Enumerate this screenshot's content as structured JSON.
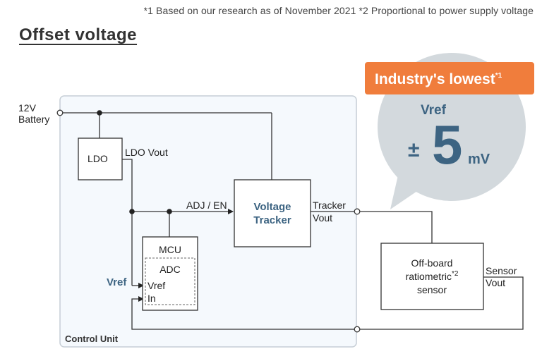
{
  "footnote": "*1 Based on our research as of November 2021  *2 Proportional to power supply voltage",
  "title": "Offset voltage",
  "battery": {
    "line1": "12V",
    "line2": "Battery"
  },
  "blocks": {
    "ldo": "LDO",
    "ldo_vout": "LDO Vout",
    "adj_en": "ADJ / EN",
    "tracker_line1": "Voltage",
    "tracker_line2": "Tracker",
    "tracker_vout_line1": "Tracker",
    "tracker_vout_line2": "Vout",
    "mcu": "MCU",
    "adc": "ADC",
    "adc_vref": "Vref",
    "adc_in": "In",
    "vref_label": "Vref",
    "sensor_line1": "Off-board",
    "sensor_line2": "ratiometric",
    "sensor_sup": "*2",
    "sensor_line3": "sensor",
    "sensor_vout_line1": "Sensor",
    "sensor_vout_line2": "Vout",
    "control_unit": "Control Unit"
  },
  "callout": {
    "badge": "Industry's lowest",
    "badge_sup": "*1",
    "vref": "Vref",
    "pm": "±",
    "value": "5",
    "unit": "mV"
  },
  "colors": {
    "accent_blue": "#3d6482",
    "badge_orange": "#f07d3c",
    "bubble_gray": "#d3d9dd",
    "panel_bg": "#f5f9fd",
    "panel_border": "#c6ced6"
  }
}
